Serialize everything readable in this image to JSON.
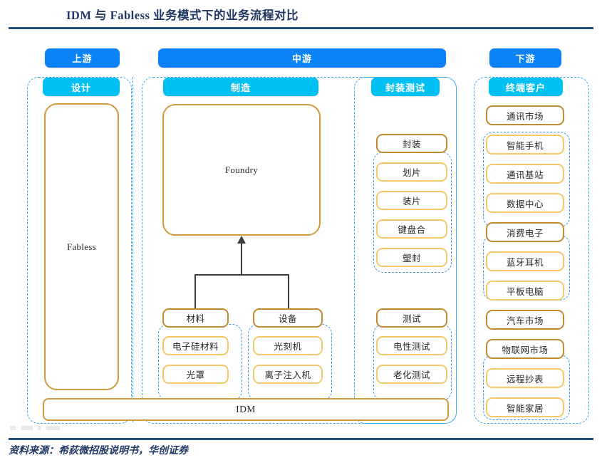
{
  "title": "IDM 与 Fabless 业务模式下的业务流程对比",
  "footer": "资料来源：希荻微招股说明书，华创证券",
  "colors": {
    "title_navy": "#1f3864",
    "rule_navy": "#1f4e79",
    "tier1_blue": "#0b82f5",
    "tier2_cyan": "#00c0f3",
    "gold_dark": "#c08b30",
    "gold_light": "#f5c96b",
    "dashed_blue": "#35a9ef",
    "connector": "#3c3c3c"
  },
  "tier1": [
    {
      "label": "上游"
    },
    {
      "label": "中游"
    },
    {
      "label": "下游"
    }
  ],
  "tier2": [
    {
      "label": "设计"
    },
    {
      "label": "制造"
    },
    {
      "label": "封装测试"
    },
    {
      "label": "终端客户"
    }
  ],
  "design": {
    "main": "Fabless"
  },
  "manufacture": {
    "foundry": "Foundry",
    "materials": {
      "head": "材料",
      "items": [
        "电子硅材料",
        "光罩"
      ]
    },
    "equipment": {
      "head": "设备",
      "items": [
        "光刻机",
        "离子注入机"
      ]
    }
  },
  "packaging": {
    "package": {
      "head": "封装",
      "items": [
        "划片",
        "装片",
        "键盘合",
        "塑封"
      ]
    },
    "test": {
      "head": "测试",
      "items": [
        "电性测试",
        "老化测试"
      ]
    }
  },
  "customers": {
    "groups": [
      {
        "head": "通讯市场",
        "items": [
          "智能手机",
          "通讯基站",
          "数据中心"
        ]
      },
      {
        "head": "消费电子",
        "items": [
          "蓝牙耳机",
          "平板电脑"
        ]
      },
      {
        "head": "汽车市场",
        "items": []
      },
      {
        "head": "物联网市场",
        "items": [
          "远程抄表",
          "智能家居"
        ]
      }
    ]
  },
  "idm": {
    "label": "IDM"
  }
}
